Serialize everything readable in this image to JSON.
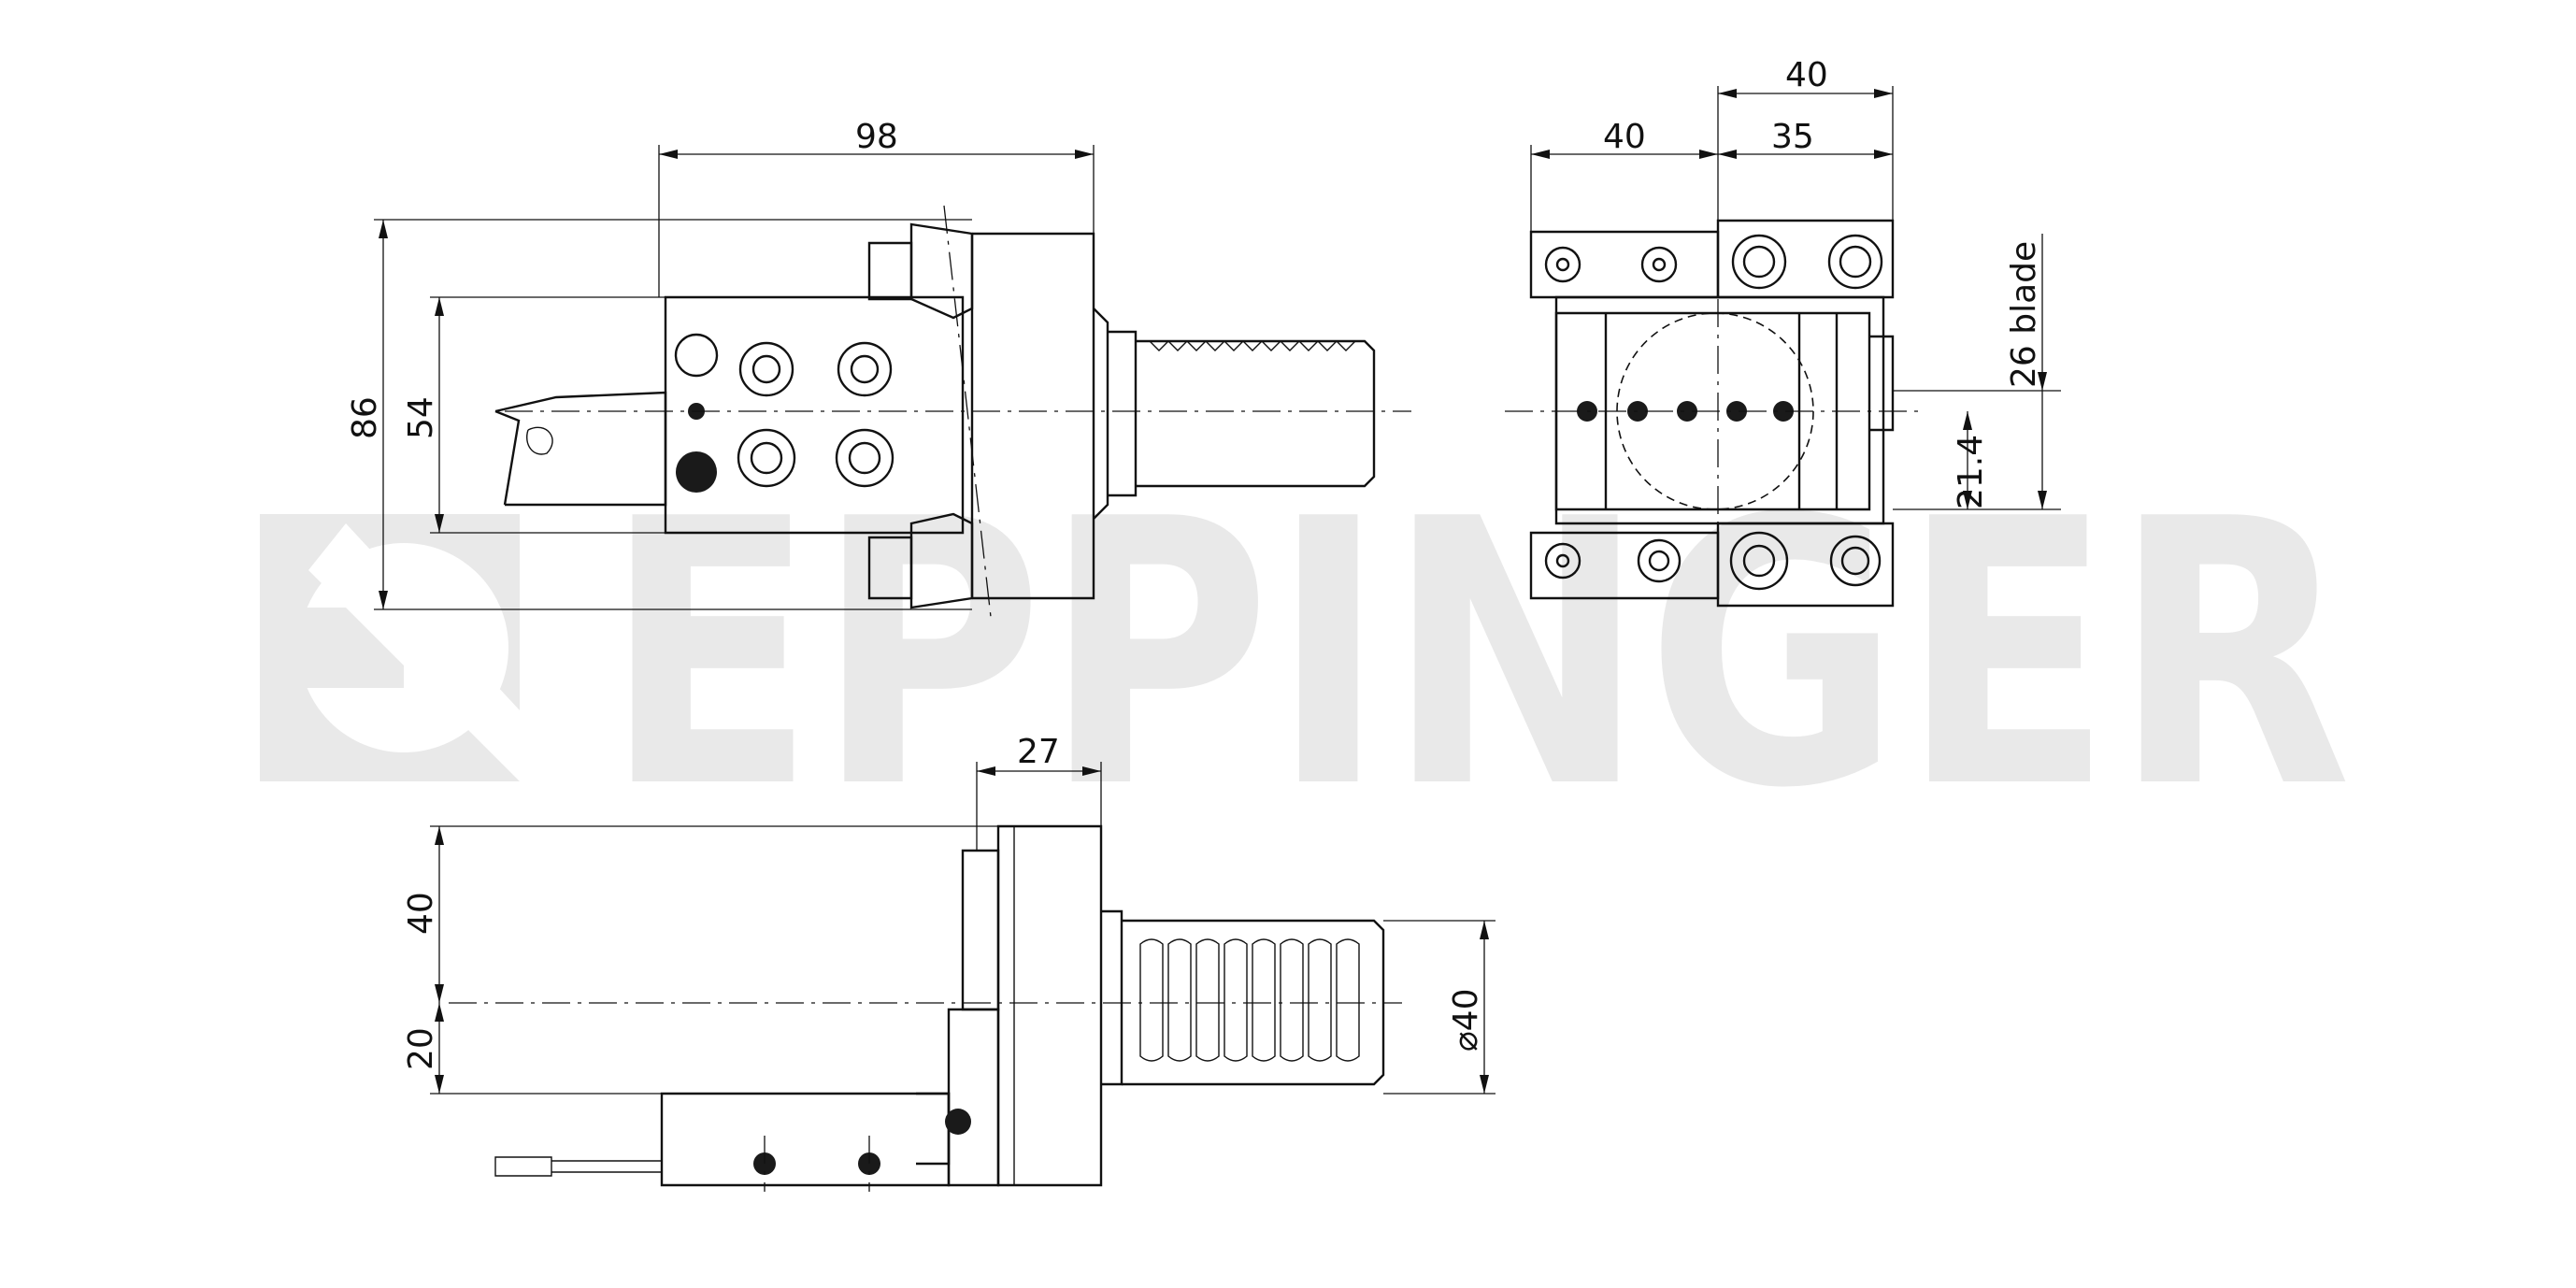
{
  "watermark": {
    "brand": "EPPINGER"
  },
  "dimensions": {
    "front_width": "98",
    "front_height_total": "86",
    "front_height_inner": "54",
    "side_width_right_top": "40",
    "side_width_left": "40",
    "side_width_right": "35",
    "blade_label": "26 blade",
    "offset_height": "21.4",
    "top_view_width": "27",
    "top_view_upper": "40",
    "top_view_lower": "20",
    "shank_diameter": "⌀40"
  }
}
